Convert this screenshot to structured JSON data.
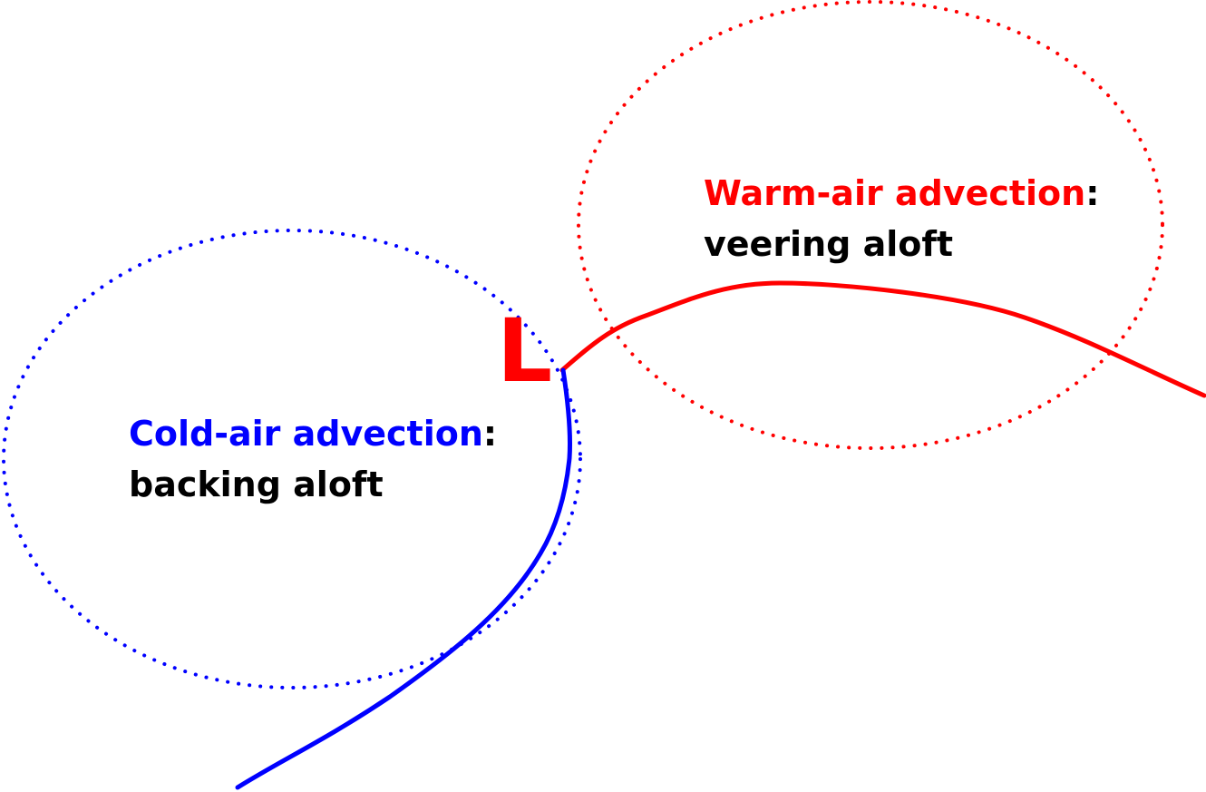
{
  "low": {
    "symbol": "L"
  },
  "warm_region": {
    "title": "Warm-air advection",
    "colon": ":",
    "subtitle": "veering aloft",
    "color": "#ff0000"
  },
  "cold_region": {
    "title": "Cold-air advection",
    "colon": ":",
    "subtitle": "backing aloft",
    "color": "#0000ff"
  },
  "text_color": "#000000",
  "low_color": "#ff0000"
}
